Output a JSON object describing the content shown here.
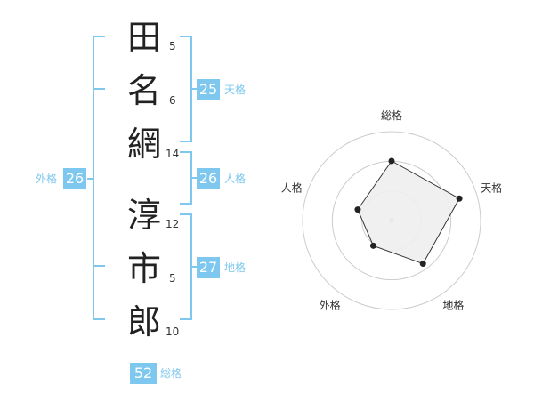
{
  "name": {
    "characters": [
      {
        "char": "田",
        "strokes": "5"
      },
      {
        "char": "名",
        "strokes": "6"
      },
      {
        "char": "網",
        "strokes": "14"
      },
      {
        "char": "淳",
        "strokes": "12"
      },
      {
        "char": "市",
        "strokes": "5"
      },
      {
        "char": "郎",
        "strokes": "10"
      }
    ]
  },
  "fortune": {
    "tenkaku": {
      "value": "25",
      "label": "天格"
    },
    "jinkaku": {
      "value": "26",
      "label": "人格"
    },
    "chikaku": {
      "value": "27",
      "label": "地格"
    },
    "gaikaku": {
      "value": "26",
      "label": "外格"
    },
    "soukaku": {
      "value": "52",
      "label": "総格"
    }
  },
  "chart_data": {
    "type": "radar",
    "axes": [
      "総格",
      "天格",
      "地格",
      "外格",
      "人格"
    ],
    "values": [
      0.67,
      0.8,
      0.6,
      0.35,
      0.4
    ],
    "range": [
      0,
      1
    ],
    "rings": 3,
    "colors": {
      "fill": "#eeeeee",
      "stroke": "#333333",
      "grid": "#cccccc",
      "point": "#222222",
      "center": "#bbbbbb"
    }
  },
  "colors": {
    "accent": "#7ec8ef",
    "text": "#222222"
  }
}
